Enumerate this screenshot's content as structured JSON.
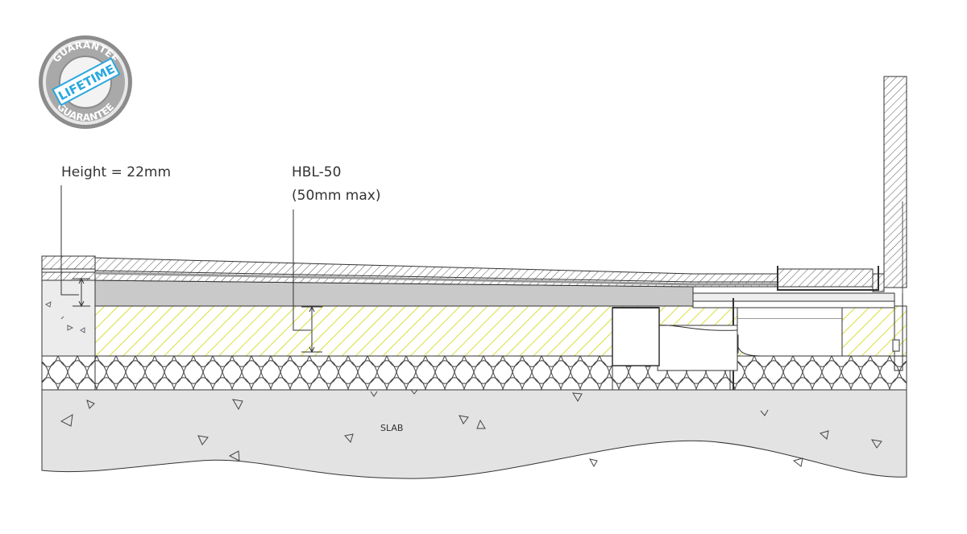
{
  "badge": {
    "top_text": "GUARANTEE",
    "middle_text": "LIFETIME",
    "bottom_text": "GUARANTEE",
    "ring_color": "#8c8c8c",
    "accent_color": "#2aa7df"
  },
  "labels": {
    "height": "Height = 22mm",
    "product": "HBL-50",
    "product_note": "(50mm max)",
    "slab": "SLAB"
  },
  "colors": {
    "screed_hatch": "#d9df3a",
    "tile_gray": "#c9c9c9",
    "slab_gray": "#e3e3e3",
    "line": "#333333"
  }
}
